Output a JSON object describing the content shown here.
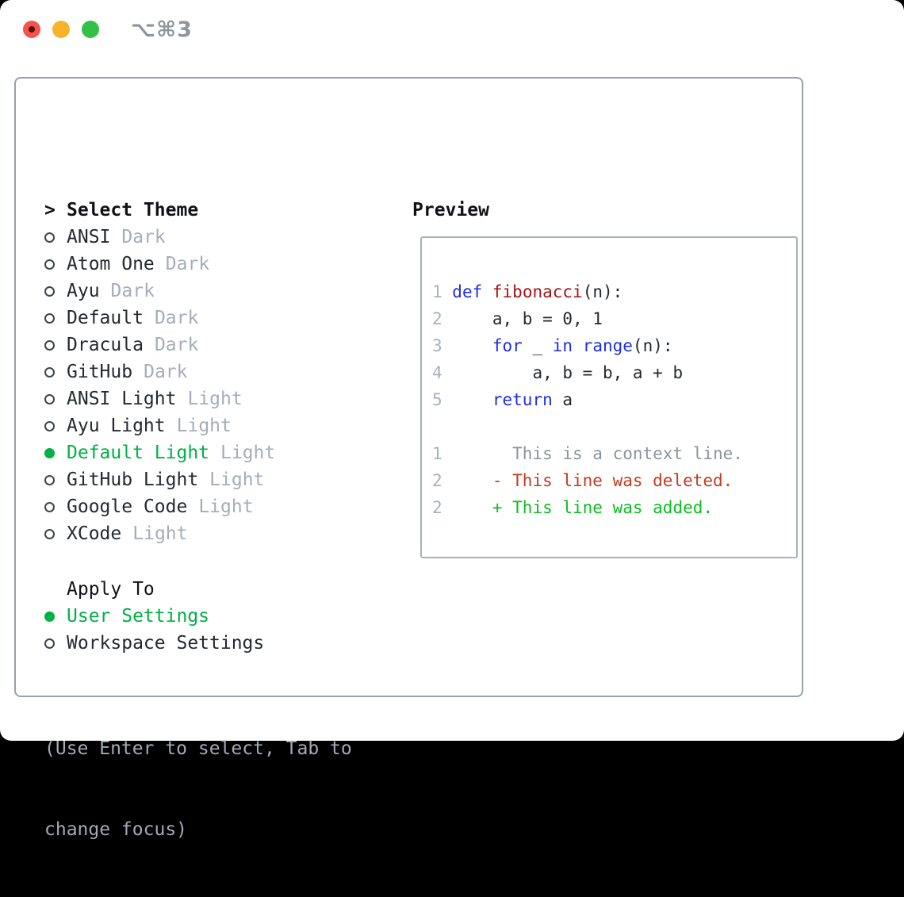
{
  "window": {
    "title": "⌥⌘3",
    "traffic_lights": [
      {
        "name": "close",
        "color": "#f4544c"
      },
      {
        "name": "minimize",
        "color": "#f7b32a"
      },
      {
        "name": "maximize",
        "color": "#32c146"
      }
    ]
  },
  "theme_menu": {
    "header_prefix": ">",
    "header": "Select Theme",
    "items": [
      {
        "name": "ANSI",
        "variant": "Dark",
        "selected": false
      },
      {
        "name": "Atom One",
        "variant": "Dark",
        "selected": false
      },
      {
        "name": "Ayu",
        "variant": "Dark",
        "selected": false
      },
      {
        "name": "Default",
        "variant": "Dark",
        "selected": false
      },
      {
        "name": "Dracula",
        "variant": "Dark",
        "selected": false
      },
      {
        "name": "GitHub",
        "variant": "Dark",
        "selected": false
      },
      {
        "name": "ANSI Light",
        "variant": "Light",
        "selected": false
      },
      {
        "name": "Ayu Light",
        "variant": "Light",
        "selected": false
      },
      {
        "name": "Default Light",
        "variant": "Light",
        "selected": true
      },
      {
        "name": "GitHub Light",
        "variant": "Light",
        "selected": false
      },
      {
        "name": "Google Code",
        "variant": "Light",
        "selected": false
      },
      {
        "name": "XCode",
        "variant": "Light",
        "selected": false
      }
    ]
  },
  "apply_to": {
    "header": "Apply To",
    "options": [
      {
        "label": "User Settings",
        "selected": true
      },
      {
        "label": "Workspace Settings",
        "selected": false
      }
    ]
  },
  "hint": {
    "line1": "(Use Enter to select, Tab to",
    "line2": "change focus)"
  },
  "preview": {
    "title": "Preview",
    "code_lines": [
      [
        [
          "num",
          "1 "
        ],
        [
          "kw",
          "def"
        ],
        [
          "pl",
          " "
        ],
        [
          "fn",
          "fibonacci"
        ],
        [
          "pl",
          "(n):"
        ]
      ],
      [
        [
          "num",
          "2 "
        ],
        [
          "pl",
          "    a, b = 0, 1"
        ]
      ],
      [
        [
          "num",
          "3 "
        ],
        [
          "pl",
          "    "
        ],
        [
          "kw",
          "for"
        ],
        [
          "pl",
          " _ "
        ],
        [
          "kw",
          "in"
        ],
        [
          "pl",
          " "
        ],
        [
          "kw",
          "range"
        ],
        [
          "pl",
          "(n):"
        ]
      ],
      [
        [
          "num",
          "4 "
        ],
        [
          "pl",
          "        a, b = b, a + b"
        ]
      ],
      [
        [
          "num",
          "5 "
        ],
        [
          "pl",
          "    "
        ],
        [
          "kw",
          "return"
        ],
        [
          "pl",
          " a"
        ]
      ],
      [],
      [
        [
          "num",
          "1 "
        ],
        [
          "ctx",
          "      This is a context line."
        ]
      ],
      [
        [
          "num",
          "2 "
        ],
        [
          "del",
          "    - This line was deleted."
        ]
      ],
      [
        [
          "num",
          "2 "
        ],
        [
          "add",
          "    + This line was added."
        ]
      ]
    ]
  },
  "colors": {
    "window_bg": "#ffffff",
    "outside_bg": "#000000",
    "panel_border": "#99a1ac",
    "preview_border": "#a9b1bb",
    "text_dark": "#24292e",
    "header_black": "#101216",
    "muted_gray": "#a6adb9",
    "hint_gray": "#a3aab6",
    "menu_green": "#00b145",
    "circle_outline": "#3e444d",
    "title_gray": "#8e959d",
    "tl_red": "#f4544c",
    "tl_red_dot": "#58100a",
    "tl_yellow": "#f7b32a",
    "tl_green": "#32c146",
    "kw_blue": "#1d2de6",
    "fn_red": "#a31515",
    "line_num": "#a9b0bd",
    "code_text": "#24292e",
    "ctx_gray": "#8d939c",
    "del_red": "#c43a21",
    "add_green": "#0cbd23"
  }
}
